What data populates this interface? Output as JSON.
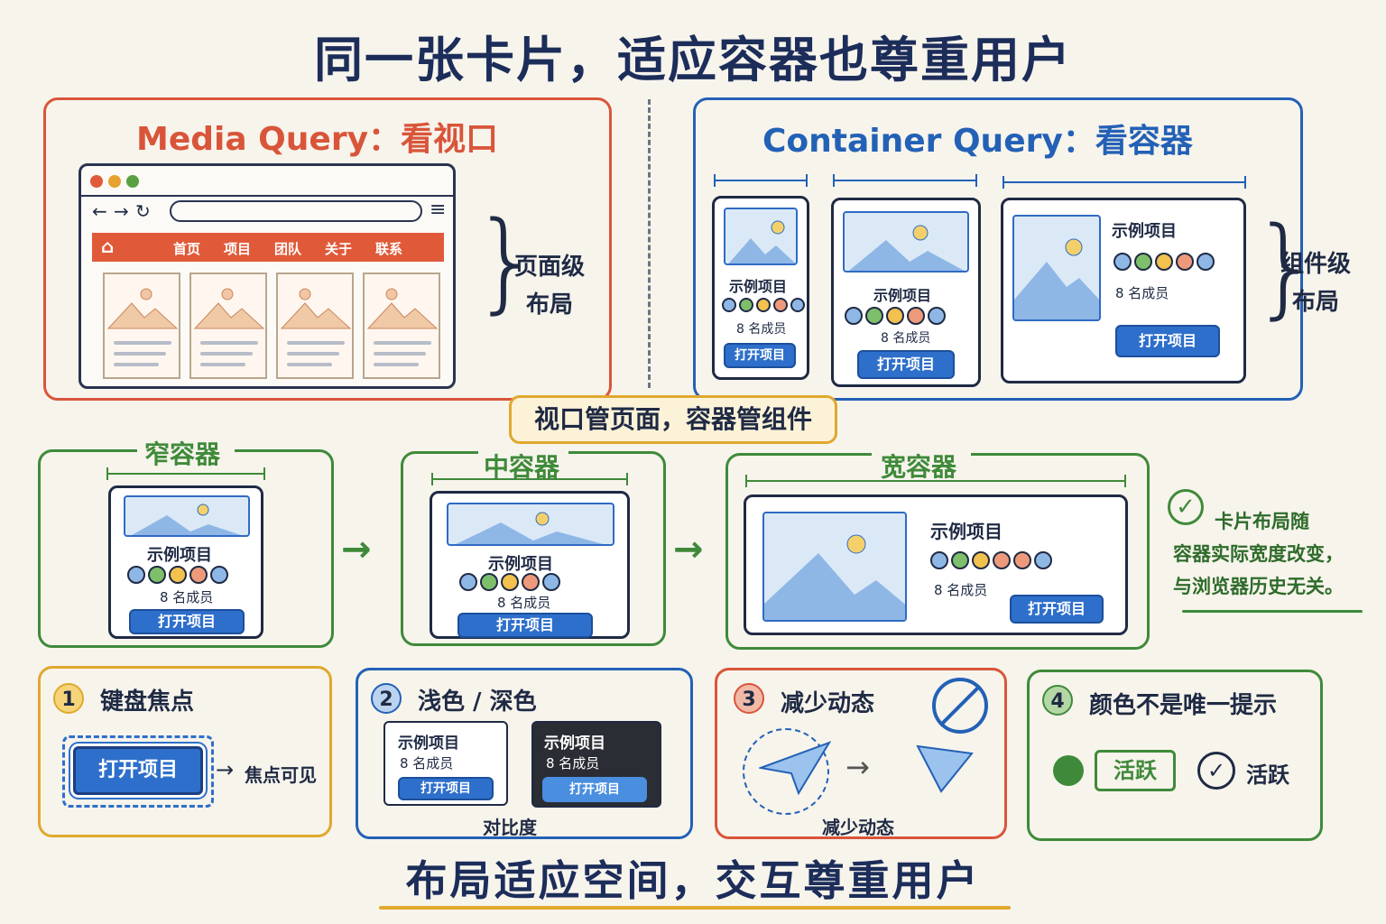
{
  "title": "同一张卡片，适应容器也尊重用户",
  "media_query": {
    "heading": "Media Query：看视口",
    "nav_items": [
      "首页",
      "项目",
      "团队",
      "关于",
      "联系"
    ],
    "side_label_1": "页面级",
    "side_label_2": "布局"
  },
  "container_query": {
    "heading": "Container Query：看容器",
    "side_label_1": "组件级",
    "side_label_2": "布局"
  },
  "card": {
    "title": "示例项目",
    "members": "8 名成员",
    "button": "打开项目"
  },
  "center_banner": "视口管页面，容器管组件",
  "containers": {
    "narrow": "窄容器",
    "medium": "中容器",
    "wide": "宽容器"
  },
  "note": {
    "line1": "卡片布局随",
    "line2": "容器实际宽度改变，",
    "line3": "与浏览器历史无关。"
  },
  "sections": {
    "s1": {
      "num": "1",
      "title": "键盘焦点",
      "focus_label": "焦点可见"
    },
    "s2": {
      "num": "2",
      "title": "浅色 / 深色",
      "contrast_label": "对比度"
    },
    "s3": {
      "num": "3",
      "title": "减少动态",
      "reduced_label": "减少动态"
    },
    "s4": {
      "num": "4",
      "title": "颜色不是唯一提示",
      "active1": "活跃",
      "active2": "活跃"
    }
  },
  "bottom_title": "布局适应空间，交互尊重用户",
  "colors": {
    "red": "#d9553a",
    "blue": "#2361b6",
    "green": "#3f8a3a",
    "yellow": "#e0a82e",
    "button": "#2e6fcb"
  }
}
